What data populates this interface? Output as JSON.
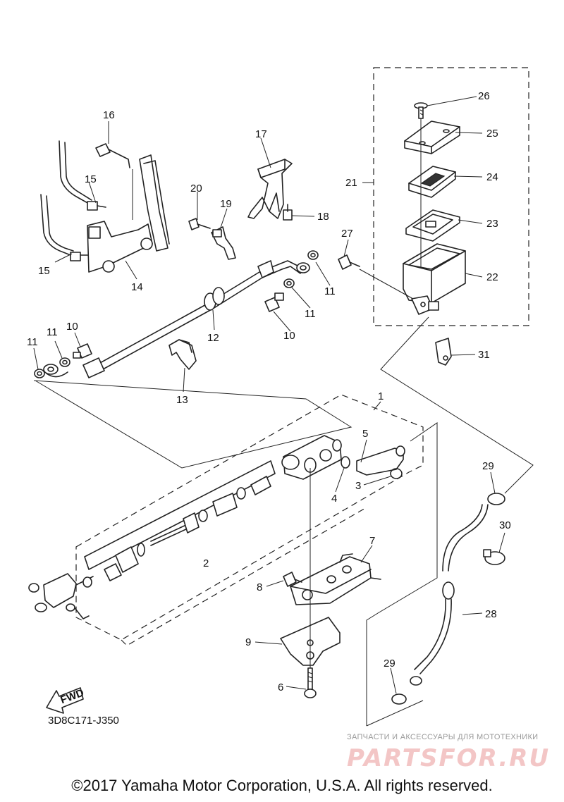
{
  "diagram": {
    "callouts": [
      {
        "id": "c16",
        "text": "16"
      },
      {
        "id": "c15a",
        "text": "15"
      },
      {
        "id": "c15b",
        "text": "15"
      },
      {
        "id": "c14",
        "text": "14"
      },
      {
        "id": "c17",
        "text": "17"
      },
      {
        "id": "c18",
        "text": "18"
      },
      {
        "id": "c20",
        "text": "20"
      },
      {
        "id": "c19",
        "text": "19"
      },
      {
        "id": "c21",
        "text": "21"
      },
      {
        "id": "c26",
        "text": "26"
      },
      {
        "id": "c25",
        "text": "25"
      },
      {
        "id": "c24",
        "text": "24"
      },
      {
        "id": "c23",
        "text": "23"
      },
      {
        "id": "c22",
        "text": "22"
      },
      {
        "id": "c27",
        "text": "27"
      },
      {
        "id": "c11a",
        "text": "11"
      },
      {
        "id": "c11b",
        "text": "11"
      },
      {
        "id": "c10a",
        "text": "10"
      },
      {
        "id": "c12",
        "text": "12"
      },
      {
        "id": "c11c",
        "text": "11"
      },
      {
        "id": "c10b",
        "text": "10"
      },
      {
        "id": "c11d",
        "text": "11"
      },
      {
        "id": "c13",
        "text": "13"
      },
      {
        "id": "c31",
        "text": "31"
      },
      {
        "id": "c1",
        "text": "1"
      },
      {
        "id": "c5",
        "text": "5"
      },
      {
        "id": "c3",
        "text": "3"
      },
      {
        "id": "c4",
        "text": "4"
      },
      {
        "id": "c29a",
        "text": "29"
      },
      {
        "id": "c30",
        "text": "30"
      },
      {
        "id": "c7",
        "text": "7"
      },
      {
        "id": "c2",
        "text": "2"
      },
      {
        "id": "c8",
        "text": "8"
      },
      {
        "id": "c28",
        "text": "28"
      },
      {
        "id": "c9",
        "text": "9"
      },
      {
        "id": "c29b",
        "text": "29"
      },
      {
        "id": "c6",
        "text": "6"
      }
    ],
    "fwd_label": "FWD",
    "diagram_code": "3D8C171-J350"
  },
  "footer": {
    "watermark_text": "ЗАПЧАСТИ И АКСЕССУАРЫ ДЛЯ МОТОТЕХНИКИ",
    "watermark_logo": "PARTSFOR.RU",
    "copyright": "©2017 Yamaha Motor Corporation, U.S.A. All rights reserved."
  }
}
